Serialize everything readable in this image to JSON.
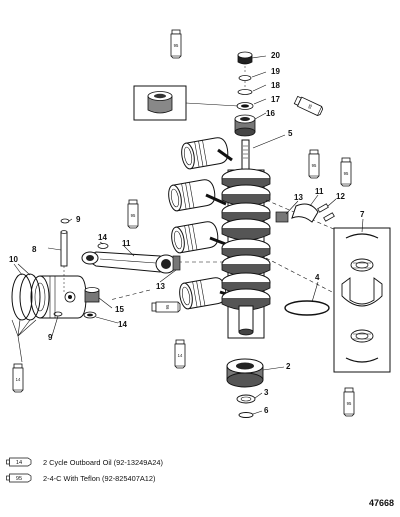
{
  "callouts": [
    "20",
    "19",
    "18",
    "17",
    "16",
    "5",
    "9",
    "8",
    "10",
    "14",
    "11",
    "13",
    "15",
    "14",
    "9",
    "7",
    "11",
    "12",
    "13",
    "4",
    "2",
    "3",
    "6"
  ],
  "tube_labels": [
    "95",
    "95",
    "95",
    "95",
    "95",
    "95",
    "95",
    "14",
    "14"
  ],
  "legend": [
    {
      "code": "14",
      "text": "2 Cycle Outboard Oil (92-13249A24)"
    },
    {
      "code": "95",
      "text": "2-4-C With Teflon (92-825407A12)"
    }
  ],
  "figure_number": "47668"
}
